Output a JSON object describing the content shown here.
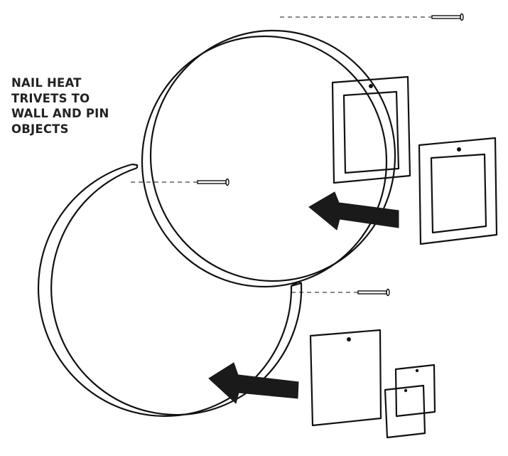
{
  "instruction": {
    "lines": [
      "NAIL HEAT",
      "TRIVETS TO",
      "WALL AND PIN",
      "OBJECTS"
    ]
  },
  "colors": {
    "ink": "#111111",
    "arrow": "#1a1a1a",
    "text": "#222222",
    "background": "#ffffff"
  },
  "icons": [
    "nail-icon",
    "arrow-icon",
    "frame-icon",
    "card-icon",
    "trivet-icon"
  ]
}
